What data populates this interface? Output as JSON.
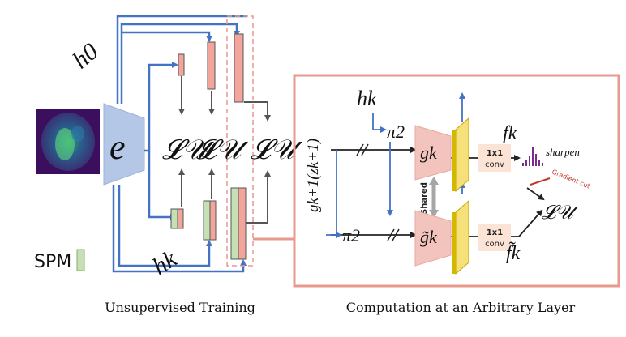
{
  "left_panel": {
    "h0_label": "h0",
    "hk_label": "hk",
    "encoder_label": "e",
    "loss_labels": [
      "𝓛𝒰",
      "𝓛𝒰",
      "𝓛𝒰"
    ],
    "spm_label": "SPM",
    "caption": "Unsupervised Training"
  },
  "right_panel": {
    "hk_label": "hk",
    "g_input_label": "gk+1(zk+1)",
    "pi_top": "π2",
    "pi_bottom": "π2",
    "g_top": "gk",
    "g_bottom": "g̃k",
    "shared_label": "Shared",
    "conv_top": [
      "1x1",
      "conv"
    ],
    "conv_bottom": [
      "1x1",
      "conv"
    ],
    "f_top": "fk",
    "f_bottom": "f̃k",
    "sharpen_label": "sharpen",
    "gradient_cut_label": "Gradient cut",
    "loss_label": "𝓛𝒰",
    "caption": "Computation at an Arbitrary Layer"
  },
  "colors": {
    "arrow_blue": "#4472c4",
    "encoder_fill": "#b4c7e7",
    "red_bar": "#f4a59b",
    "green_bar": "#c5e0b4",
    "panel_border": "#e8998d",
    "g_block": "#f2c4bd",
    "feature_map": "#f5e07a",
    "conv_box": "#fbe3d6",
    "histogram": "#7b2d8e",
    "gradient_cut": "#c0392b"
  }
}
